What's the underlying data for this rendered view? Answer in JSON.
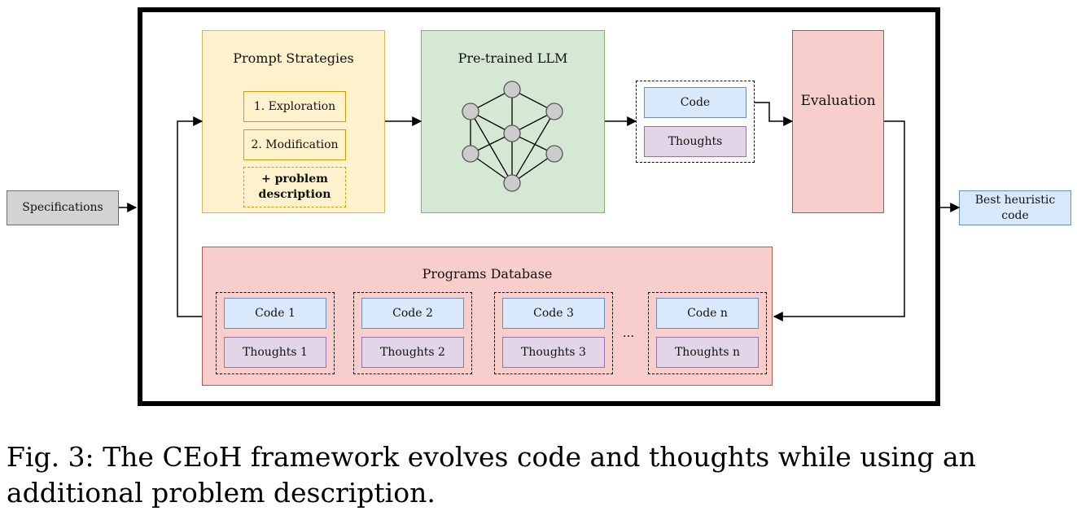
{
  "diagram": {
    "specifications": "Specifications",
    "best_heuristic_code": "Best heuristic code",
    "prompt_strategies": {
      "title": "Prompt Strategies",
      "items": [
        "1. Exploration",
        "2. Modification"
      ],
      "extra": "+ problem description"
    },
    "llm": {
      "title": "Pre-trained LLM"
    },
    "output": {
      "code": "Code",
      "thoughts": "Thoughts"
    },
    "evaluation": "Evaluation",
    "database": {
      "title": "Programs Database",
      "entries": [
        {
          "code": "Code 1",
          "thoughts": "Thoughts 1"
        },
        {
          "code": "Code 2",
          "thoughts": "Thoughts 2"
        },
        {
          "code": "Code 3",
          "thoughts": "Thoughts 3"
        },
        {
          "code": "Code n",
          "thoughts": "Thoughts n"
        }
      ],
      "ellipsis": "..."
    }
  },
  "caption": "Fig. 3: The CEoH framework evolves code and thoughts while using an additional problem description.",
  "colors": {
    "frame": "#000000",
    "gray_fill": "#d3d3d3",
    "blue_fill": "#dae8fc",
    "purple_fill": "#e1d5e7",
    "yellow_fill": "#fff2cc",
    "green_fill": "#d5e8d4",
    "red_fill": "#f8cecc",
    "node_fill": "#cccccc"
  }
}
